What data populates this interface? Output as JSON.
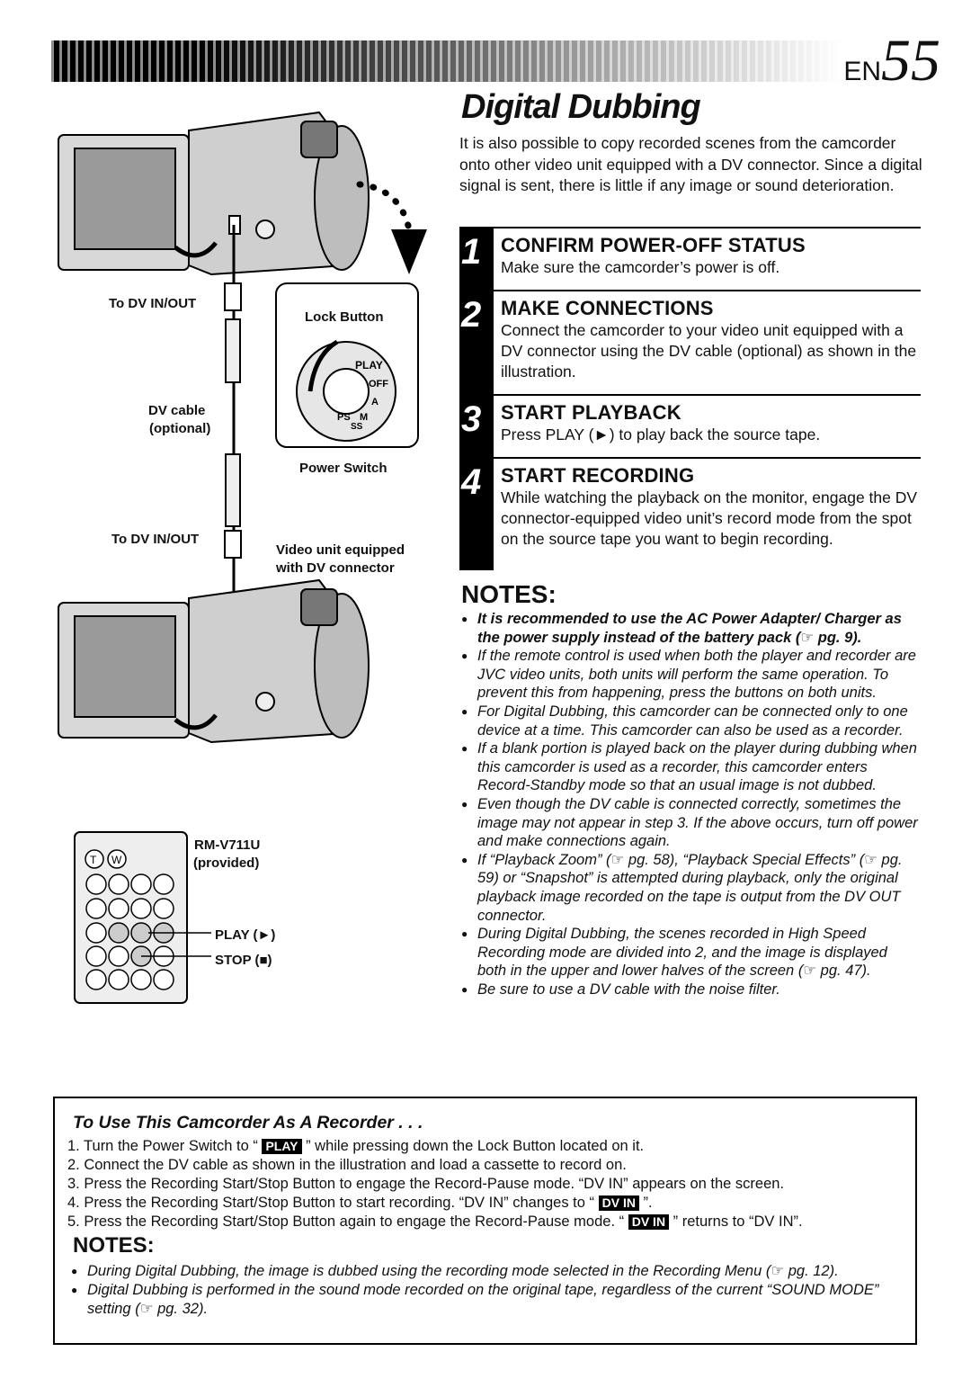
{
  "page": {
    "prefix": "EN",
    "number": "55"
  },
  "title": "Digital Dubbing",
  "intro": "It is also possible to copy recorded scenes from the camcorder onto other video unit equipped with a DV connector. Since a digital signal is sent, there is little if any image or sound deterioration.",
  "steps": [
    {
      "n": "1",
      "heading": "CONFIRM POWER-OFF STATUS",
      "text": "Make sure the camcorder’s power is off."
    },
    {
      "n": "2",
      "heading": "MAKE CONNECTIONS",
      "text": "Connect the camcorder to your video unit equipped with a DV connector using the DV cable (optional) as shown in the illustration."
    },
    {
      "n": "3",
      "heading": "START PLAYBACK",
      "text": "Press PLAY (►) to play back the source tape."
    },
    {
      "n": "4",
      "heading": "START RECORDING",
      "text": "While watching the playback on the monitor, engage the DV connector-equipped video unit’s record mode from the spot on the source tape you want to begin recording."
    }
  ],
  "notes_title": "NOTES:",
  "notes": [
    "It is recommended to use the AC Power Adapter/ Charger as the power supply instead of the battery pack (☞ pg. 9).",
    "If the remote control is used when both the player and recorder are JVC video units, both units will perform the same operation. To prevent this from happening, press the buttons on both units.",
    "For Digital Dubbing, this camcorder can be connected only to one device at a time. This camcorder can also be used as a recorder.",
    "If a blank portion is played back on the player during dubbing when this camcorder is used as a recorder, this camcorder enters Record-Standby mode so that an usual image is not dubbed.",
    "Even though the DV cable is connected correctly, sometimes the image may not appear in step 3. If the above occurs, turn off power and make connections again.",
    "If “Playback Zoom” (☞ pg. 58), “Playback Special Effects” (☞ pg. 59) or “Snapshot” is attempted during playback, only the original playback image recorded on the tape is output from the DV OUT connector.",
    "During Digital Dubbing, the scenes recorded in High Speed Recording mode are divided into 2, and the image is displayed both in the upper and lower halves of the screen (☞ pg. 47).",
    "Be sure to use a DV cable with the noise filter."
  ],
  "labels": {
    "dv_in_out_top": "To DV IN/OUT",
    "lock_button": "Lock Button",
    "dv_cable": "DV cable",
    "optional": "(optional)",
    "power_switch": "Power Switch",
    "dv_in_out_bottom": "To DV IN/OUT",
    "video_unit_1": "Video unit equipped",
    "video_unit_2": "with DV connector",
    "remote_model": "RM-V711U",
    "remote_provided": "(provided)",
    "play": "PLAY (►)",
    "stop": "STOP (■)",
    "dial_play": "PLAY",
    "dial_off": "OFF",
    "dial_a": "A",
    "dial_m": "M",
    "dial_ps": "PS",
    "dial_ss": "SS",
    "remote_t": "T",
    "remote_w": "W"
  },
  "box": {
    "title": "To Use This Camcorder As A Recorder . . .",
    "items": [
      {
        "pre": "1. Turn the Power Switch to “ ",
        "tag": "PLAY",
        "post": " ” while pressing down the Lock Button located on it."
      },
      {
        "pre": "2. Connect the DV cable as shown in the illustration and load a cassette to record on.",
        "tag": "",
        "post": ""
      },
      {
        "pre": "3. Press the Recording Start/Stop Button to engage the Record-Pause mode. “DV IN” appears on the screen.",
        "tag": "",
        "post": ""
      },
      {
        "pre": "4. Press the Recording Start/Stop Button to start recording. “DV IN” changes to “ ",
        "tag": "DV IN",
        "post": " ”."
      },
      {
        "pre": "5. Press the Recording Start/Stop Button again to engage the Record-Pause mode. “ ",
        "tag": "DV IN",
        "post": " ” returns to “DV IN”."
      }
    ],
    "notes_title": "NOTES:",
    "notes": [
      "During Digital Dubbing, the image is dubbed using the recording mode selected in the Recording Menu (☞ pg. 12).",
      "Digital Dubbing is performed in the sound mode recorded on the original tape, regardless of the current “SOUND MODE” setting (☞ pg. 32)."
    ]
  }
}
